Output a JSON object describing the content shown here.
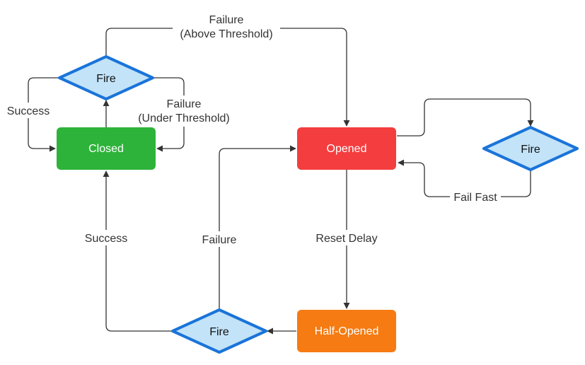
{
  "states": {
    "closed": {
      "label": "Closed",
      "color": "#2eb33a"
    },
    "opened": {
      "label": "Opened",
      "color": "#f43d3f"
    },
    "half_opened": {
      "label": "Half-Opened",
      "color": "#f57b12"
    }
  },
  "decisions": {
    "fire_closed": {
      "label": "Fire"
    },
    "fire_opened": {
      "label": "Fire"
    },
    "fire_half": {
      "label": "Fire"
    }
  },
  "edge_labels": {
    "failure_above_line1": "Failure",
    "failure_above_line2": "(Above Threshold)",
    "success_closed_loop": "Success",
    "failure_under_line1": "Failure",
    "failure_under_line2": "(Under Threshold)",
    "fail_fast": "Fail Fast",
    "success_half": "Success",
    "failure_half": "Failure",
    "reset_delay": "Reset Delay"
  },
  "colors": {
    "decision_fill": "#c2e3f8",
    "decision_stroke": "#1a74d9",
    "edge": "#333333"
  }
}
